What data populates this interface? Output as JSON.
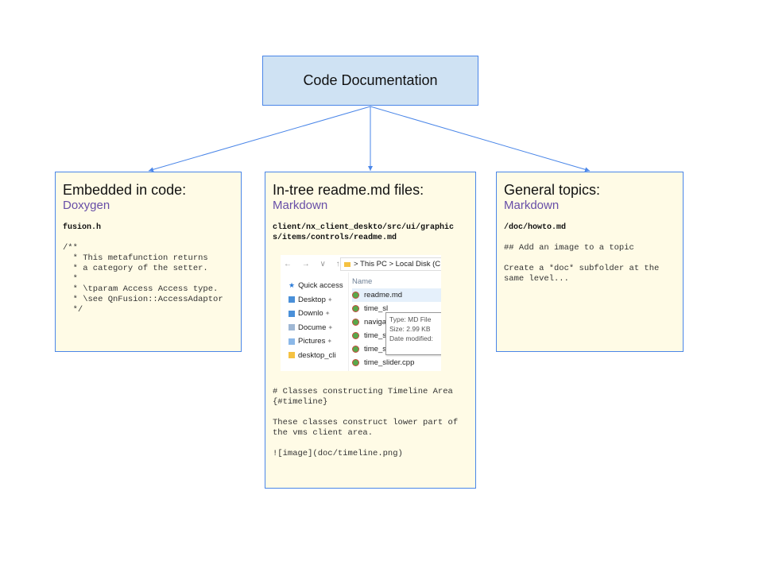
{
  "root": {
    "label": "Code Documentation"
  },
  "cards": {
    "embedded": {
      "title": "Embedded in code:",
      "subtitle": "Doxygen",
      "file": "fusion.h",
      "code": "/**\n  * This metafunction returns\n  * a category of the setter.\n  *\n  * \\tparam Access Access type.\n  * \\see QnFusion::AccessAdaptor\n  */"
    },
    "readme": {
      "title": "In-tree readme.md files:",
      "subtitle": "Markdown",
      "file": "client/nx_client_deskto/src/ui/graphic\ns/items/controls/readme.md",
      "heading": "# Classes constructing Timeline Area\n{#timeline}",
      "body": "These classes construct lower part of\nthe vms client area.",
      "image": "![image](doc/timeline.png)"
    },
    "topics": {
      "title": "General topics:",
      "subtitle": "Markdown",
      "file": "/doc/howto.md",
      "heading": "## Add an image to a topic",
      "body": "Create a *doc* subfolder at the\nsame level..."
    }
  },
  "explorer": {
    "nav": "← → ∨ ↑",
    "path": "> This PC  >  Local Disk (C:",
    "sidebar": [
      {
        "label": "Quick access",
        "icon": "star-icon"
      },
      {
        "label": "Desktop",
        "icon": "folder-icon"
      },
      {
        "label": "Downlo",
        "icon": "folder-icon"
      },
      {
        "label": "Docume",
        "icon": "folder-icon"
      },
      {
        "label": "Pictures",
        "icon": "folder-icon"
      },
      {
        "label": "desktop_cli",
        "icon": "folder-icon"
      }
    ],
    "column_header": "Name",
    "files": [
      "readme.md",
      "time_sl",
      "navigat",
      "time_step.h",
      "time_step.cpp",
      "time_slider.cpp"
    ],
    "tooltip": [
      "Type: MD File",
      "Size: 2.99 KB",
      "Date modified:"
    ]
  },
  "colors": {
    "root_fill": "#cfe2f3",
    "border": "#4a86e8",
    "card_fill": "#fffbe6",
    "subtitle": "#674ea7"
  }
}
